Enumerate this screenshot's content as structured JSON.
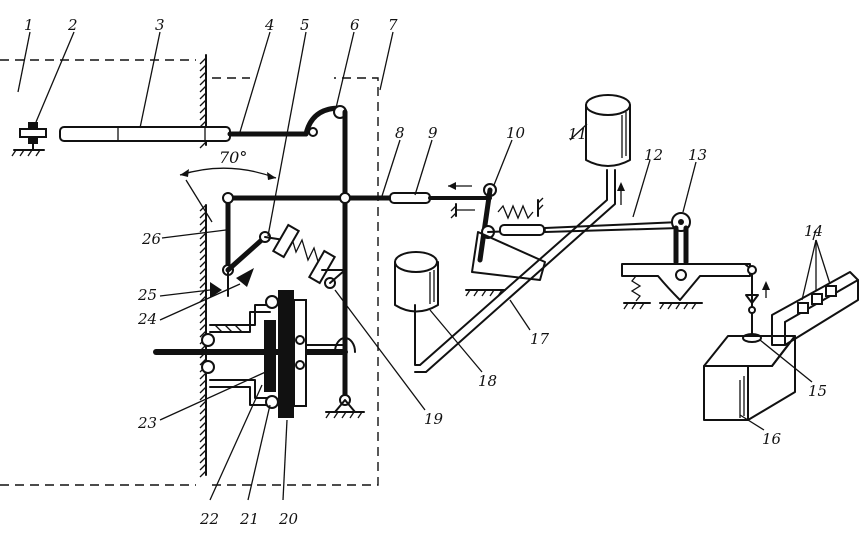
{
  "angle_label": "70°",
  "callouts": [
    {
      "id": "c1",
      "text": "1"
    },
    {
      "id": "c2",
      "text": "2"
    },
    {
      "id": "c3",
      "text": "3"
    },
    {
      "id": "c4",
      "text": "4"
    },
    {
      "id": "c5",
      "text": "5"
    },
    {
      "id": "c6",
      "text": "6"
    },
    {
      "id": "c7",
      "text": "7"
    },
    {
      "id": "c8",
      "text": "8"
    },
    {
      "id": "c9",
      "text": "9"
    },
    {
      "id": "c10",
      "text": "10"
    },
    {
      "id": "c11",
      "text": "11"
    },
    {
      "id": "c12",
      "text": "12"
    },
    {
      "id": "c13",
      "text": "13"
    },
    {
      "id": "c14",
      "text": "14"
    },
    {
      "id": "c15",
      "text": "15"
    },
    {
      "id": "c16",
      "text": "16"
    },
    {
      "id": "c17",
      "text": "17"
    },
    {
      "id": "c18",
      "text": "18"
    },
    {
      "id": "c19",
      "text": "19"
    },
    {
      "id": "c20",
      "text": "20"
    },
    {
      "id": "c21",
      "text": "21"
    },
    {
      "id": "c22",
      "text": "22"
    },
    {
      "id": "c23",
      "text": "23"
    },
    {
      "id": "c24",
      "text": "24"
    },
    {
      "id": "c25",
      "text": "25"
    },
    {
      "id": "c26",
      "text": "26"
    }
  ]
}
